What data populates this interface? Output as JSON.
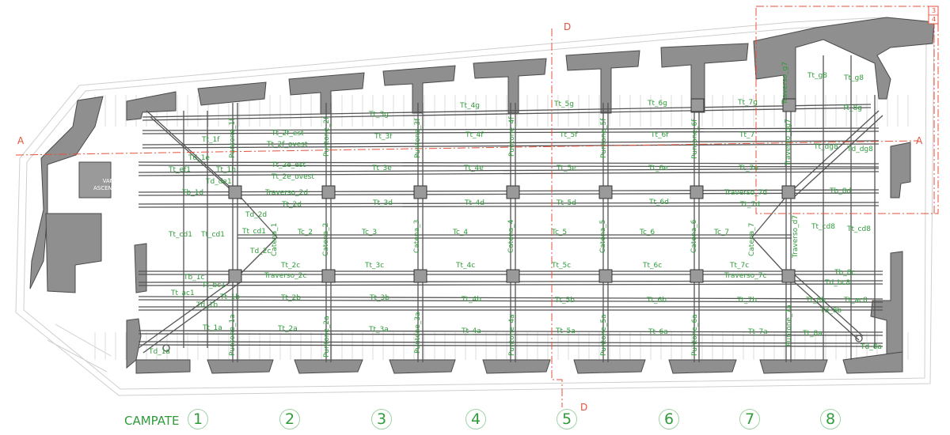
{
  "legend": {
    "campate_label": "CAMPATE"
  },
  "bays": [
    "1",
    "2",
    "3",
    "4",
    "5",
    "6",
    "7",
    "8"
  ],
  "sections": {
    "a_left": "A",
    "a_right": "A",
    "d_top": "D",
    "d_bottom": "D"
  },
  "sheet_tag": {
    "top": "3",
    "bottom": "4"
  },
  "elevator": {
    "line1": "VANO",
    "line2": "ASCENSORE"
  },
  "labels": {
    "tt_1f": "Tt_1f",
    "tt_2f_est": "Tt_2f_est",
    "tt_2f_ovest": "Tt_2f_ovest",
    "tt_3g": "Tt_3g",
    "tt_4g": "Tt_4g",
    "tt_5g": "Tt_5g",
    "tt_6g": "Tt_6g",
    "tt_7g": "Tt_7g",
    "tt_3f": "Tt_3f",
    "tt_4f": "Tt_4f",
    "tt_5f": "Tt_5f",
    "tt_6f": "Tt_6f",
    "tt_7": "Tt_7",
    "td_1e": "Td_1e",
    "tt_ef1": "Tt_ef1",
    "tt_1h": "Tt_1h",
    "td_de1": "Td_de1",
    "tt_2e_est": "Tt_2e_est",
    "tt_2e_ovest": "Tt_2e_ovest",
    "tt_3e": "Tt_3e",
    "tt_4e": "Tt_4e",
    "tt_5e": "Tt_5e",
    "tt_6e": "Tt_6e",
    "tt_7e": "Tt_7e",
    "tb_1d": "Tb_1d",
    "traverso_2d": "Traverso_2d",
    "tt_2d": "Tt_2d",
    "tt_3d": "Tt_3d",
    "tt_4d": "Tt_4d",
    "tt_5d": "Tt_5d",
    "tt_6d": "Tt_6d",
    "traverso_7d": "Traverso_7d",
    "tt_7d": "Tt_7d",
    "tb_8d": "Tb_8d",
    "td_2d": "Td_2d",
    "tt_cd1_a": "Tt_cd1",
    "tt_cd1_b": "Tt_cd1",
    "tt_cd1_c": "Tt_cd1",
    "td_2c": "Td_2c",
    "tc_2": "Tc_2",
    "tc_3": "Tc_3",
    "tc_4": "Tc_4",
    "tc_5": "Tc_5",
    "tc_6": "Tc_6",
    "tc_7": "Tc_7",
    "tt_cd8": "Tt_cd8",
    "tt_cd8b": "Tt_cd8",
    "tt_2c": "Tt_2c",
    "tt_3c": "Tt_3c",
    "tt_4c": "Tt_4c",
    "tt_5c": "Tt_5c",
    "tt_6c": "Tt_6c",
    "tt_7c": "Tt_7c",
    "tb_1c": "Tb_1c",
    "traverso_2c": "Traverso_2c",
    "traverso_7c": "Traverso_7c",
    "tb_8c": "Tb_8c",
    "tt_bc1": "Tt_bc1",
    "td_bc8": "Td_bc8",
    "tt_ac1": "Tt_ac1",
    "tt_1b": "Tt_1b",
    "td_1b": "Td_1b",
    "tt_2b": "Tt_2b",
    "tt_3b": "Tt_3b",
    "tt_4b": "Tt_4b",
    "tt_5b": "Tt_5b",
    "tt_6b": "Tt_6b",
    "tt_7b": "Tt_7b",
    "tt_8b": "Tt_8b",
    "td_8b": "Td_8b",
    "tt_ac8": "Tt_ac8",
    "tt_1a": "Tt_1a",
    "tt_2a": "Tt_2a",
    "tt_3a": "Tt_3a",
    "tt_4a": "Tt_4a",
    "tt_5a": "Tt_5a",
    "tt_6a": "Tt_6a",
    "tt_7a": "Tt_7a",
    "tt_8a": "Tt_8a",
    "td_1a": "Td_1a",
    "td_8a": "Td_8a",
    "tt_g8": "Tt_g8",
    "tt_g8b": "Tt_g8",
    "tt_8g": "Tt_8g",
    "tt_dg8": "Tt_dg8",
    "td_dg8": "Td_dg8"
  },
  "vertical_labels": {
    "puntone_1f": "Puntone_1f",
    "puntone_2f": "Puntone_2f",
    "puntone_3f": "Puntone_3f",
    "puntone_4f": "Puntone_4f",
    "puntone_5f": "Puntone_5f",
    "puntone_6f": "Puntone_6f",
    "traverso_g7": "Traverso_g7",
    "traverso_dg7": "Traverso_dg7",
    "catena_1": "Catena_1",
    "catena_2": "Catena_2",
    "catena_3": "Catena_3",
    "catena_4": "Catena_4",
    "catena_5": "Catena_5",
    "catena_6": "Catena_6",
    "catena_7": "Catena_7",
    "traverso_d7": "Traverso_d7",
    "puntone_1a": "Puntone_1a",
    "puntone_2a": "Puntone_2a",
    "puntone_3a": "Puntone_3a",
    "puntone_4a": "Puntone_4a",
    "puntone_5a": "Puntone_5a",
    "puntone_6a": "Puntone_6a",
    "puntone_7a": "Puntone_7a"
  },
  "colors": {
    "label_green": "#2f9b3a",
    "section_red": "#e5523b",
    "wall_grey": "#8f8f8f",
    "line_grey": "#555555"
  }
}
